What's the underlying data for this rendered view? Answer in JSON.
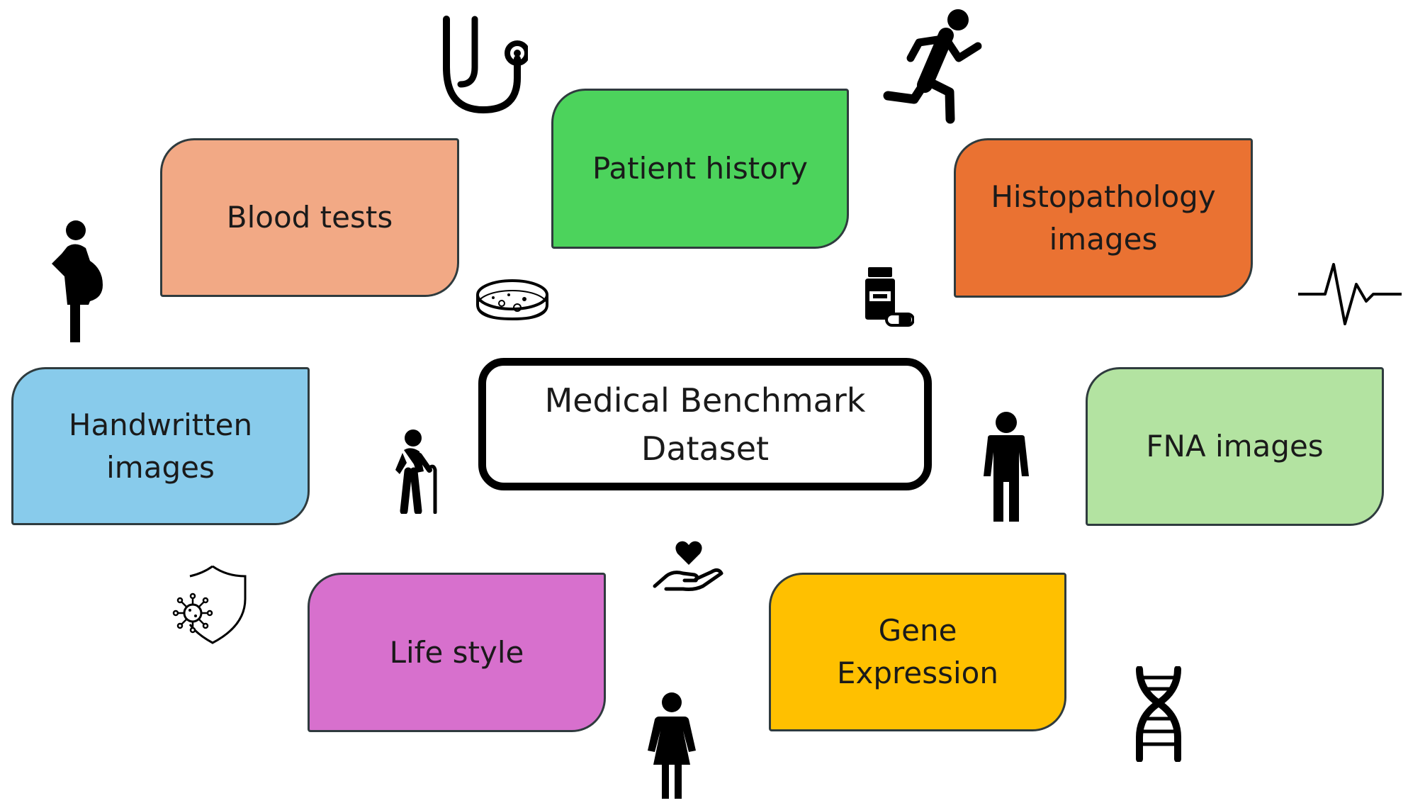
{
  "center": {
    "title": "Medical Benchmark\nDataset"
  },
  "cards": [
    {
      "label": "Blood tests",
      "color": "#f2a985"
    },
    {
      "label": "Patient history",
      "color": "#4cd35c"
    },
    {
      "label": "Histopathology\nimages",
      "color": "#ea7232"
    },
    {
      "label": "Handwritten\nimages",
      "color": "#88cbeb"
    },
    {
      "label": "FNA images",
      "color": "#b3e3a1"
    },
    {
      "label": "Life style",
      "color": "#d770cd"
    },
    {
      "label": "Gene\nExpression",
      "color": "#ffc000"
    }
  ],
  "icons": [
    "stethoscope-icon",
    "runner-icon",
    "pregnant-woman-icon",
    "petri-dish-icon",
    "medicine-bottle-icon",
    "heartbeat-icon",
    "elderly-person-icon",
    "man-icon",
    "heart-in-hand-icon",
    "virus-shield-icon",
    "woman-icon",
    "dna-icon"
  ]
}
